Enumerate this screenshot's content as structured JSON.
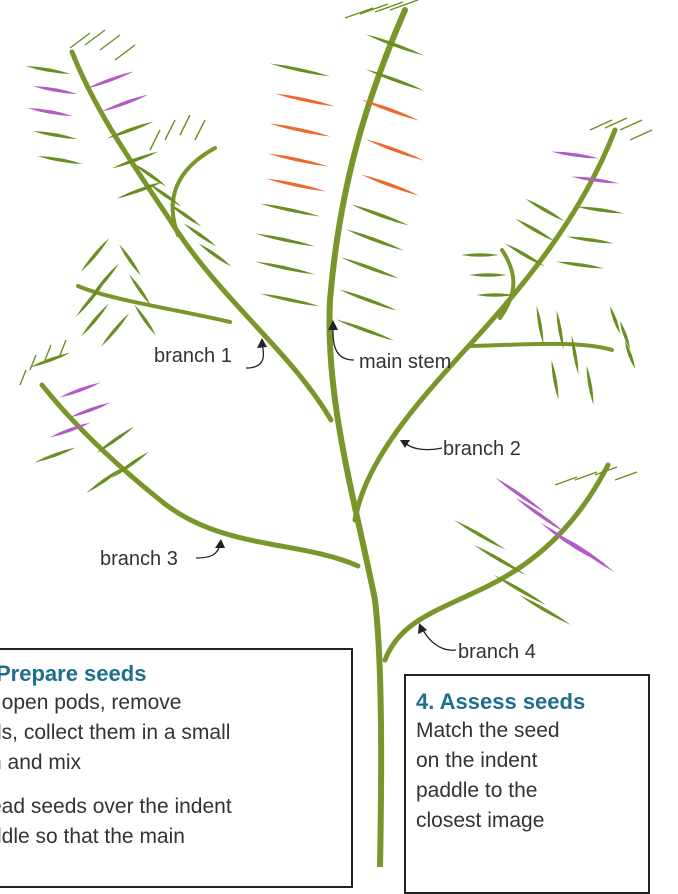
{
  "labels": {
    "branch1": "branch 1",
    "main_stem": "main stem",
    "branch2": "branch 2",
    "branch3": "branch 3",
    "branch4": "branch 4"
  },
  "prepare_box": {
    "title": "Prepare seeds",
    "lines": [
      "t open pods, remove",
      "ds, collect them in a small",
      "n and mix",
      "ead seeds over the indent",
      "ddle so that the main"
    ]
  },
  "assess_box": {
    "title": "4. Assess seeds",
    "lines": [
      "Match the seed",
      "on the indent",
      "paddle to the",
      "closest image"
    ]
  },
  "colors": {
    "stem": "#7a962a",
    "pod_green": "#6b8e23",
    "pod_orange": "#ec6a2c",
    "pod_purple": "#b05cc0",
    "title_blue": "#1f6e8c"
  }
}
